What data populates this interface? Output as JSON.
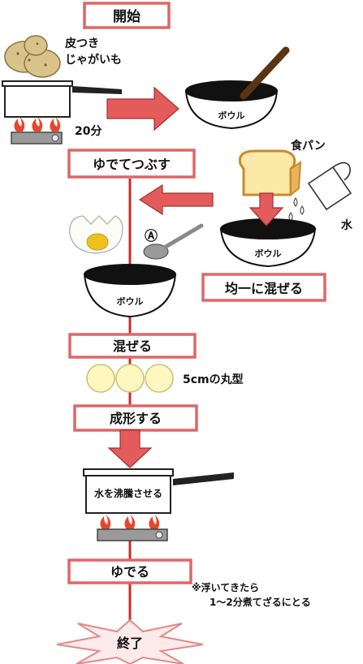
{
  "steps": {
    "start": "開始",
    "boil_mash": "ゆでてつぶす",
    "mix_evenly": "均一に混ぜる",
    "mix": "混ぜる",
    "shape": "成形する",
    "boil": "ゆでる",
    "end": "終了"
  },
  "labels": {
    "potato_line1": "皮つき",
    "potato_line2": "じゃがいも",
    "time": "20分",
    "bowl": "ボウル",
    "bread": "食パン",
    "water": "水",
    "ingredient_a": "Ⓐ",
    "ball_size": "5cmの丸型",
    "boiling_water": "水を沸騰させる",
    "note_line1": "※浮いてきたら",
    "note_line2": "1〜2分煮てざるにとる"
  },
  "colors": {
    "box_border": "#e06666",
    "arrow_fill": "#e45b5b",
    "flow_line": "#cc2a2a",
    "flame": "#e8452c",
    "potato": "#d9c38a"
  }
}
